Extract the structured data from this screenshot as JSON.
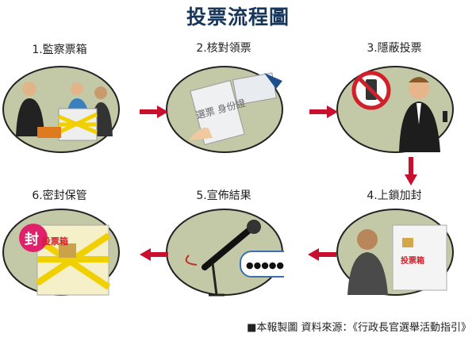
{
  "title": "投票流程圖",
  "steps": [
    {
      "label": "1.監察票箱",
      "picture_text": ""
    },
    {
      "label": "2.核對領票",
      "picture_text": "選票 身份證"
    },
    {
      "label": "3.隱蔽投票",
      "picture_text": ""
    },
    {
      "label": "4.上鎖加封",
      "picture_text": "投票箱"
    },
    {
      "label": "5.宣佈結果",
      "picture_text": "●●●●●●"
    },
    {
      "label": "6.密封保管",
      "picture_text": "封 投票箱"
    }
  ],
  "credit": "■本報製圖  資料來源：《行政長官選舉活動指引》",
  "colors": {
    "title": "#16365c",
    "arrow": "#c8102e",
    "circle": "#c3c9a6",
    "outline": "#222222"
  }
}
